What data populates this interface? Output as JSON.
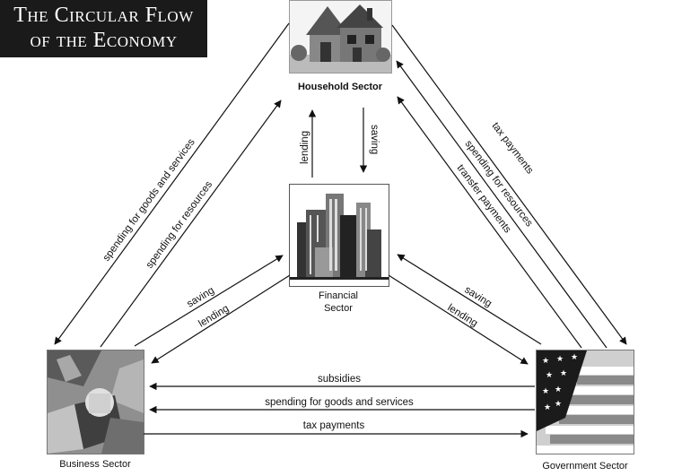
{
  "title": {
    "line1": "The Circular Flow",
    "line2": "of the Economy"
  },
  "sectors": {
    "household": "Household Sector",
    "financial_line1": "Financial",
    "financial_line2": "Sector",
    "business": "Business Sector",
    "government": "Government Sector"
  },
  "flows": {
    "household_to_financial": "saving",
    "financial_to_household": "lending",
    "business_to_household_goods": "spending for goods and services",
    "business_to_household_resources": "spending for resources",
    "household_to_government_tax": "tax payments",
    "government_to_household_resources": "spending for resources",
    "government_to_household_transfer": "transfer payments",
    "business_to_financial_saving": "saving",
    "financial_to_business_lending": "lending",
    "government_to_financial_saving": "saving",
    "financial_to_government_lending": "lending",
    "government_to_business_subsidies": "subsidies",
    "government_to_business_spending": "spending for goods and services",
    "business_to_government_tax": "tax payments"
  }
}
